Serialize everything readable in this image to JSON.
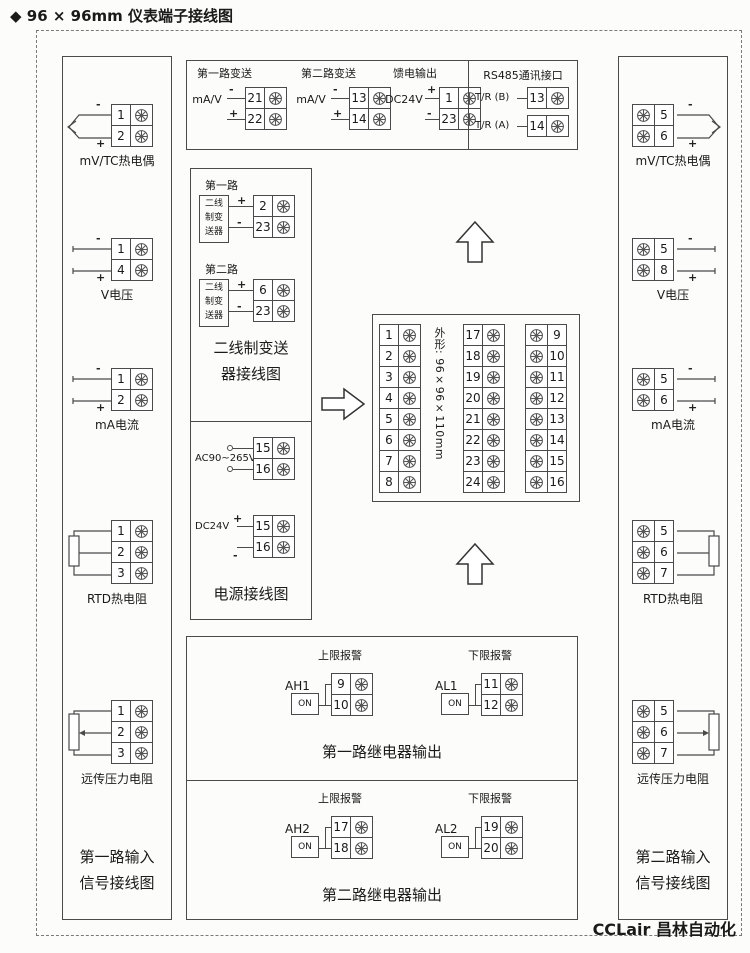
{
  "page": {
    "title": "◆ 96 × 96mm 仪表端子接线图",
    "footer": "CCLair 昌林自动化"
  },
  "left_panel": {
    "footer_lines": [
      "第一路输入",
      "信号接线图"
    ],
    "groups": [
      {
        "name": "mV/TC热电偶",
        "neg": "-",
        "pos": "+",
        "terminals": [
          "1",
          "2"
        ]
      },
      {
        "name": "V电压",
        "neg": "-",
        "pos": "+",
        "terminals": [
          "1",
          "4"
        ]
      },
      {
        "name": "mA电流",
        "neg": "-",
        "pos": "+",
        "terminals": [
          "1",
          "2"
        ]
      },
      {
        "name": "RTD热电阻",
        "terminals": [
          "1",
          "2",
          "3"
        ]
      },
      {
        "name": "远传压力电阻",
        "terminals": [
          "1",
          "2",
          "3"
        ]
      }
    ]
  },
  "right_panel": {
    "footer_lines": [
      "第二路输入",
      "信号接线图"
    ],
    "groups": [
      {
        "name": "mV/TC热电偶",
        "neg": "-",
        "pos": "+",
        "terminals": [
          "5",
          "6"
        ]
      },
      {
        "name": "V电压",
        "neg": "-",
        "pos": "+",
        "terminals": [
          "5",
          "8"
        ]
      },
      {
        "name": "mA电流",
        "neg": "-",
        "pos": "+",
        "terminals": [
          "5",
          "6"
        ]
      },
      {
        "name": "RTD热电阻",
        "terminals": [
          "5",
          "6",
          "7"
        ]
      },
      {
        "name": "远传压力电阻",
        "terminals": [
          "5",
          "6",
          "7"
        ]
      }
    ]
  },
  "top_panel": {
    "groups": [
      {
        "label": "第一路变送",
        "signal": "mA/V",
        "sign_top": "-",
        "sign_bottom": "+",
        "terminals": [
          "21",
          "22"
        ]
      },
      {
        "label": "第二路变送",
        "signal": "mA/V",
        "sign_top": "-",
        "sign_bottom": "+",
        "terminals": [
          "13",
          "14"
        ]
      },
      {
        "label": "馈电输出",
        "signal": "DC24V",
        "sign_top": "+",
        "sign_bottom": "-",
        "terminals": [
          "1",
          "23"
        ]
      }
    ],
    "rs485": {
      "title": "RS485通讯接口",
      "rows": [
        {
          "label": "T/R (B)",
          "terminals": [
            "13"
          ]
        },
        {
          "label": "T/R (A)",
          "terminals": [
            "14"
          ]
        }
      ]
    }
  },
  "transmitter_panel": {
    "title_lines": [
      "二线制变送",
      "器接线图"
    ],
    "groups": [
      {
        "label": "第一路",
        "device": "二线制变送器",
        "sign_top": "+",
        "sign_bottom": "-",
        "terminals": [
          "2",
          "23"
        ]
      },
      {
        "label": "第二路",
        "device": "二线制变送器",
        "sign_top": "+",
        "sign_bottom": "-",
        "terminals": [
          "6",
          "23"
        ]
      }
    ]
  },
  "power_panel": {
    "title": "电源接线图",
    "ac": {
      "label": "AC90~265V",
      "terminals": [
        "15",
        "16"
      ]
    },
    "dc": {
      "label": "DC24V",
      "sign_top": "+",
      "sign_bottom": "-",
      "terminals": [
        "15",
        "16"
      ]
    }
  },
  "center_block": {
    "dimension": "外形: 96×96×110mm",
    "col_left": [
      "1",
      "2",
      "3",
      "4",
      "5",
      "6",
      "7",
      "8"
    ],
    "col_mid": [
      "17",
      "18",
      "19",
      "20",
      "21",
      "22",
      "23",
      "24"
    ],
    "col_right": [
      "9",
      "10",
      "11",
      "12",
      "13",
      "14",
      "15",
      "16"
    ]
  },
  "relay_panels": [
    {
      "title": "第一路继电器输出",
      "high": {
        "label": "上限报警",
        "tag": "AH1",
        "switch": "ON",
        "terminals": [
          "9",
          "10"
        ]
      },
      "low": {
        "label": "下限报警",
        "tag": "AL1",
        "switch": "ON",
        "terminals": [
          "11",
          "12"
        ]
      }
    },
    {
      "title": "第二路继电器输出",
      "high": {
        "label": "上限报警",
        "tag": "AH2",
        "switch": "ON",
        "terminals": [
          "17",
          "18"
        ]
      },
      "low": {
        "label": "下限报警",
        "tag": "AL2",
        "switch": "ON",
        "terminals": [
          "19",
          "20"
        ]
      }
    }
  ]
}
